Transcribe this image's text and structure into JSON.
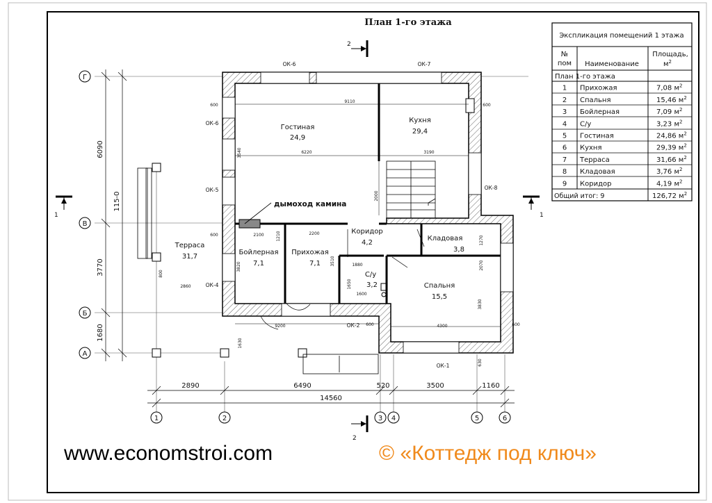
{
  "title": "План 1-го этажа",
  "explication": {
    "title": "Экспликация помещений 1 этажа",
    "head_num": "№",
    "head_num2": "пом",
    "head_name": "Наименование",
    "head_area": "Площадь,",
    "head_area_unit": "м",
    "head_area_sup": "2",
    "section": "План 1-го этажа",
    "rows": [
      {
        "n": "1",
        "name": "Прихожая",
        "area": "7,08 м",
        "sup": "2"
      },
      {
        "n": "2",
        "name": "Спальня",
        "area": "15,46 м",
        "sup": "2"
      },
      {
        "n": "3",
        "name": "Бойлерная",
        "area": "7,09 м",
        "sup": "2"
      },
      {
        "n": "4",
        "name": "С/у",
        "area": "3,23 м",
        "sup": "2"
      },
      {
        "n": "5",
        "name": "Гостиная",
        "area": "24,86 м",
        "sup": "2"
      },
      {
        "n": "6",
        "name": "Кухня",
        "area": "29,39 м",
        "sup": "2"
      },
      {
        "n": "7",
        "name": "Терраса",
        "area": "31,66 м",
        "sup": "2"
      },
      {
        "n": "8",
        "name": "Кладовая",
        "area": "3,76 м",
        "sup": "2"
      },
      {
        "n": "9",
        "name": "Коридор",
        "area": "4,19 м",
        "sup": "2"
      }
    ],
    "total_label": "Общий итог: 9",
    "total_area": "126,72 м",
    "total_sup": "2"
  },
  "rooms": {
    "gost_name": "Гостиная",
    "gost_area": "24,9",
    "kuh_name": "Кухня",
    "kuh_area": "29,4",
    "ter_name": "Терраса",
    "ter_area": "31,7",
    "boil_name": "Бойлерная",
    "boil_area": "7,1",
    "pri_name": "Прихожая",
    "pri_area": "7,1",
    "kor_name": "Коридор",
    "kor_area": "4,2",
    "klad_name": "Кладовая",
    "klad_area": "3,8",
    "su_name": "С/у",
    "su_area": "3,2",
    "sp_name": "Спальня",
    "sp_area": "15,5",
    "chimney": "дымоход камина"
  },
  "windows": {
    "ok6": "ОК-6",
    "ok7": "ОК-7",
    "ok6b": "ОК-6",
    "ok5": "ОК-5",
    "ok4": "ОК-4",
    "ok8": "ОК-8",
    "ok2": "ОК-2",
    "ok1": "ОК-1"
  },
  "axes": {
    "letters": [
      "Г",
      "В",
      "Б",
      "А"
    ],
    "numbers": [
      "1",
      "2",
      "3",
      "4",
      "5",
      "6"
    ]
  },
  "dims": {
    "bottom": [
      "2890",
      "6490",
      "520",
      "3500",
      "1160"
    ],
    "total": "14560",
    "left": [
      "6090",
      "3770",
      "1680"
    ],
    "left_total": "115-0",
    "inner": {
      "d9110": "9110",
      "d6220": "6220",
      "d3190": "3190",
      "d2200": "2200",
      "d2100": "2100",
      "d2000": "2000",
      "d800": "800",
      "d3820": "3820",
      "d2860": "2860",
      "d9200": "9200",
      "d4300": "4300",
      "d1600": "1600",
      "d1880": "1880",
      "d1650": "1650",
      "d600": "600",
      "d1210": "1210",
      "d3830": "3830",
      "d3540": "3540",
      "d1630": "1630",
      "d630": "630",
      "d2070": "2070",
      "d1270": "1270",
      "d3510": "3510"
    }
  },
  "sections": {
    "s2": "2",
    "s1": "1"
  },
  "footer": {
    "website": "www.economstroi.com",
    "copyright": "© «Коттедж под ключ»"
  }
}
